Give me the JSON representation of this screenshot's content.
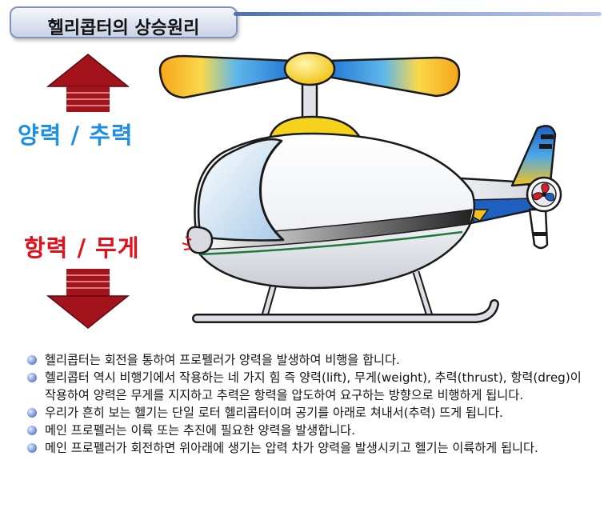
{
  "title": "헬리콥터의 상승원리",
  "labels": {
    "lift": "양력 / 추력",
    "drag": "항력 / 무게"
  },
  "bullets": [
    "헬리콥터는 회전을 통하여 프로펠러가 양력을 발생하여 비행을 합니다.",
    "헬리콥터 역시 비행기에서 작용하는 네 가지 힘 즉 양력(lift), 무게(weight), 추력(thrust), 항력(dreg)이 작용하여 양력은 무게를 지지하고 추력은 항력을 압도하여 요구하는 방향으로 비행하게 됩니다.",
    "우리가 흔히 보는 헬기는 단일 로터 헬리콥터이며 공기를 아래로 쳐내서(추력) 뜨게 됩니다.",
    "메인 프로펠러는 이륙 또는 추진에 필요한 양력을 발생합니다.",
    "메인 프로펠러가 회전하면 위아래에 생기는 압력 차가 양력을 발생시키고 헬기는 이륙하게 됩니다."
  ],
  "colors": {
    "lift_label": "#1f8fe3",
    "drag_label": "#e3101a",
    "arrow": "#a3131c",
    "rotor_center": "#f5d21c"
  },
  "icons": [
    "helicopter-illustration",
    "up-arrow",
    "down-arrow",
    "bullet-icon"
  ]
}
